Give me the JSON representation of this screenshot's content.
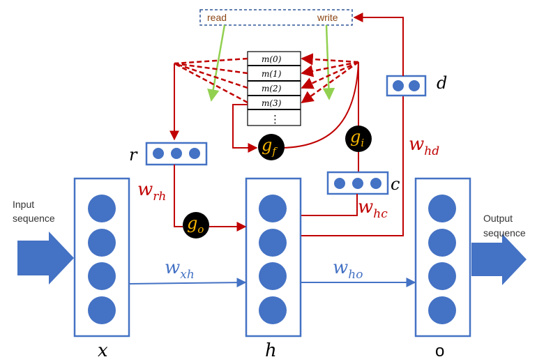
{
  "labels": {
    "input": [
      "Input",
      "sequence"
    ],
    "output": [
      "Output",
      "sequence"
    ],
    "x": "x",
    "h": "h",
    "o": "o",
    "r": "r",
    "c": "c",
    "d": "d"
  },
  "controller": {
    "read": "read",
    "write": "write"
  },
  "memory": {
    "cells": [
      "m(0)",
      "m(1)",
      "m(2)",
      "m(3)"
    ],
    "more": "⋮"
  },
  "weights": {
    "w_xh": {
      "base": "w",
      "sub": "xh"
    },
    "w_ho": {
      "base": "w",
      "sub": "ho"
    },
    "w_rh": {
      "base": "w",
      "sub": "rh"
    },
    "w_hc": {
      "base": "w",
      "sub": "hc"
    },
    "w_hd": {
      "base": "w",
      "sub": "hd"
    }
  },
  "gates": {
    "g_o": {
      "base": "g",
      "sub": "o"
    },
    "g_f": {
      "base": "g",
      "sub": "f"
    },
    "g_i": {
      "base": "g",
      "sub": "i"
    }
  },
  "colors": {
    "layer_border": "#4472C4",
    "neuron_fill": "#4472C4",
    "blue_arrow": "#4472C4",
    "red_line": "#C00000",
    "green_arrow": "#92D050",
    "gate_fill": "#000000",
    "gate_text": "#F5B400"
  }
}
